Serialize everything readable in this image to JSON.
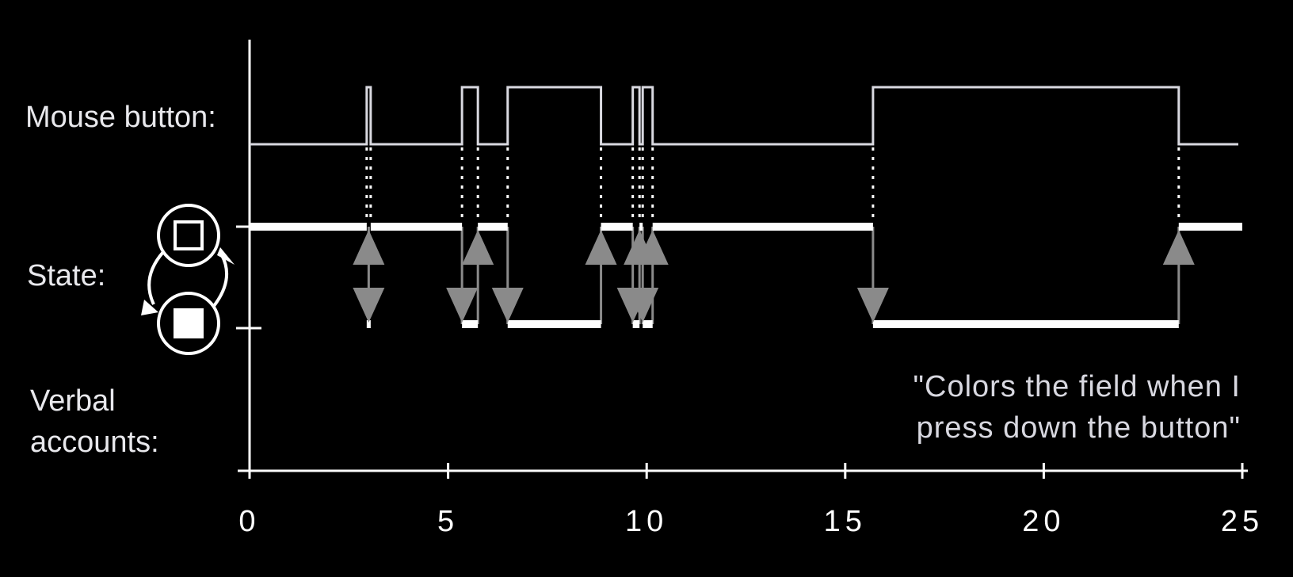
{
  "chart_data": {
    "type": "line",
    "xlim": [
      0,
      25
    ],
    "x_ticks": [
      "0",
      "5",
      "10",
      "15",
      "20",
      "25"
    ],
    "row_labels": {
      "mouse": "Mouse button:",
      "state": "State:",
      "verbal_line1": "Verbal",
      "verbal_line2": "accounts:"
    },
    "mouse_button": {
      "baseline_end": 24.9,
      "press_intervals": [
        [
          2.95,
          3.05
        ],
        [
          5.35,
          5.75
        ],
        [
          6.5,
          8.85
        ],
        [
          9.65,
          9.82
        ],
        [
          9.9,
          10.15
        ],
        [
          15.7,
          23.4
        ]
      ]
    },
    "state": {
      "high_segments": [
        [
          0,
          2.95
        ],
        [
          3.05,
          5.35
        ],
        [
          5.75,
          6.5
        ],
        [
          8.85,
          9.65
        ],
        [
          9.82,
          9.9
        ],
        [
          10.15,
          15.7
        ],
        [
          23.4,
          25
        ]
      ],
      "low_segments": [
        [
          2.95,
          3.05
        ],
        [
          5.35,
          5.75
        ],
        [
          6.5,
          8.85
        ],
        [
          9.65,
          9.82
        ],
        [
          9.9,
          10.15
        ],
        [
          15.7,
          23.4
        ]
      ],
      "transitions_up": [
        3.0,
        5.75,
        8.85,
        9.82,
        10.15,
        23.4
      ],
      "transitions_down": [
        3.0,
        5.35,
        6.5,
        9.65,
        9.9,
        15.7
      ],
      "icon_high": "hollow-square-icon",
      "icon_low": "filled-square-icon",
      "icon_cycle": "cycle-arrows-icon"
    },
    "verbal_account": {
      "line1": "\"Colors the field when I",
      "line2": "press down the button\""
    },
    "colors": {
      "background": "#000000",
      "signal": "#d9d9e0",
      "state": "#ffffff",
      "arrow": "#8a8a8a"
    }
  }
}
